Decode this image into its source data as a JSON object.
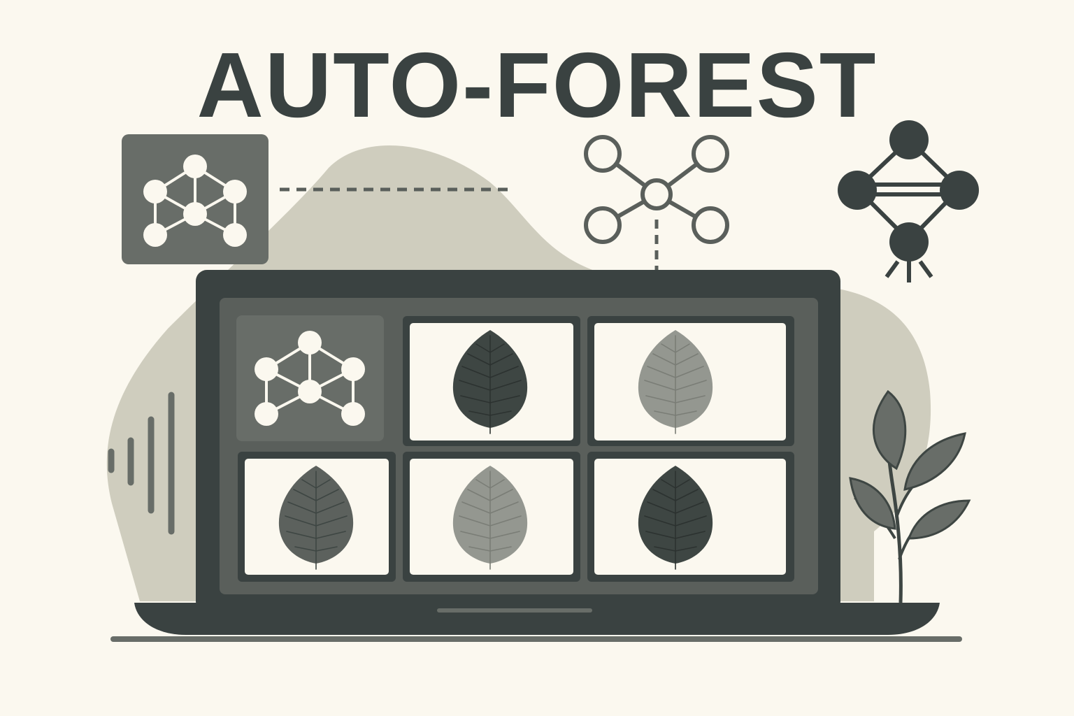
{
  "title": "AUTO-FOREST",
  "colors": {
    "background": "#fbf8ef",
    "dark": "#3a4241",
    "mid": "#686d68",
    "hill": "#cfcdbe",
    "leaf_dark": "#3e4643",
    "leaf_mid": "#5c615d",
    "leaf_light": "#949790",
    "panel": "#5a5f5b",
    "card": "#fbf8ef"
  },
  "icons": {
    "floating_network_badge": "network-graph-icon",
    "drone_network": "drone-network-icon",
    "diamond_network": "diamond-network-icon",
    "screen_network_tile": "network-graph-icon",
    "plant": "sprout-plant-icon"
  },
  "screen_tiles": [
    {
      "type": "network",
      "icon": "network-graph-icon"
    },
    {
      "type": "leaf",
      "shade": "leaf_dark"
    },
    {
      "type": "leaf",
      "shade": "leaf_light"
    },
    {
      "type": "leaf",
      "shade": "leaf_mid"
    },
    {
      "type": "leaf",
      "shade": "leaf_light"
    },
    {
      "type": "leaf",
      "shade": "leaf_dark"
    }
  ]
}
